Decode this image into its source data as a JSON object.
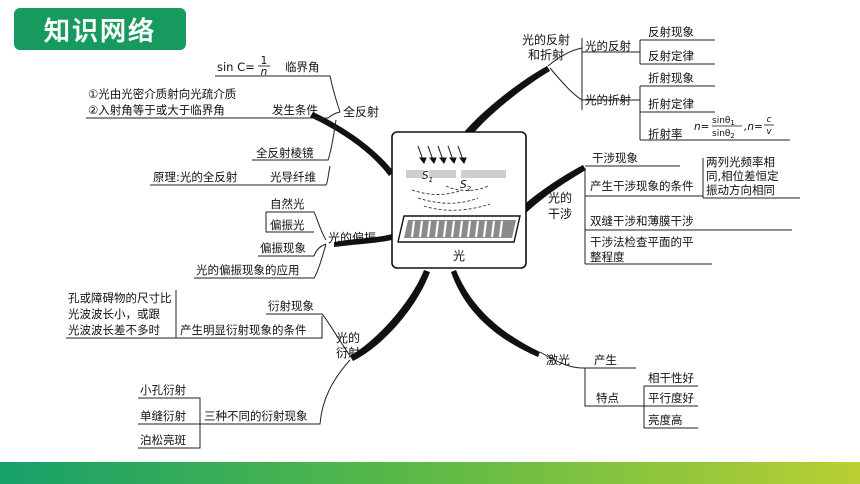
{
  "header": {
    "title": "知识网络"
  },
  "center": {
    "label": "光",
    "s1": "S",
    "s1_sub": "1",
    "s2": "S",
    "s2_sub": "2"
  },
  "total_reflection": {
    "title": "全反射",
    "critical_angle": "临界角",
    "formula": {
      "left": "sin C=",
      "num": "1",
      "den": "n"
    },
    "condition": "发生条件",
    "condition_1": "①光由光密介质射向光疏介质",
    "condition_2": "②入射角等于或大于临界角",
    "prism": "全反射棱镜",
    "fiber": "光导纤维",
    "fiber_principle": "原理:光的全反射"
  },
  "polarization": {
    "title": "光的偏振",
    "natural": "自然光",
    "polarized": "偏振光",
    "phenomenon": "偏振现象",
    "application": "光的偏振现象的应用"
  },
  "diffraction": {
    "title_1": "光的",
    "title_2": "衍射",
    "phenomenon": "衍射现象",
    "condition": "产生明显衍射现象的条件",
    "condition_1": "孔或障碍物的尺寸比",
    "condition_2": "光波波长小，或跟",
    "condition_3": "光波波长差不多时",
    "three_types": "三种不同的衍射现象",
    "small_hole": "小孔衍射",
    "single_slit": "单缝衍射",
    "poisson": "泊松亮斑"
  },
  "reflection_refraction": {
    "title_1": "光的反射",
    "title_2": "和折射",
    "reflection": "光的反射",
    "reflection_phenomenon": "反射现象",
    "reflection_law": "反射定律",
    "refraction": "光的折射",
    "refraction_phenomenon": "折射现象",
    "refraction_law": "折射定律",
    "refractive_index": "折射率",
    "formula": {
      "n_eq": "n=",
      "num": "sinθ",
      "num_sub": "1",
      "den": "sinθ",
      "den_sub": "2",
      "mid": ",n=",
      "c": "c",
      "v": "v"
    }
  },
  "interference": {
    "title_1": "光的",
    "title_2": "干涉",
    "phenomenon": "干涉现象",
    "condition": "产生干涉现象的条件",
    "condition_1": "两列光频率相",
    "condition_2": "同,相位差恒定",
    "condition_3": "振动方向相同",
    "double_slit": "双缝干涉和薄膜干涉",
    "flatness_1": "干涉法检查平面的平",
    "flatness_2": "整程度"
  },
  "laser": {
    "title": "激光",
    "produce": "产生",
    "features": "特点",
    "coherence": "相干性好",
    "parallelism": "平行度好",
    "brightness": "亮度高"
  }
}
